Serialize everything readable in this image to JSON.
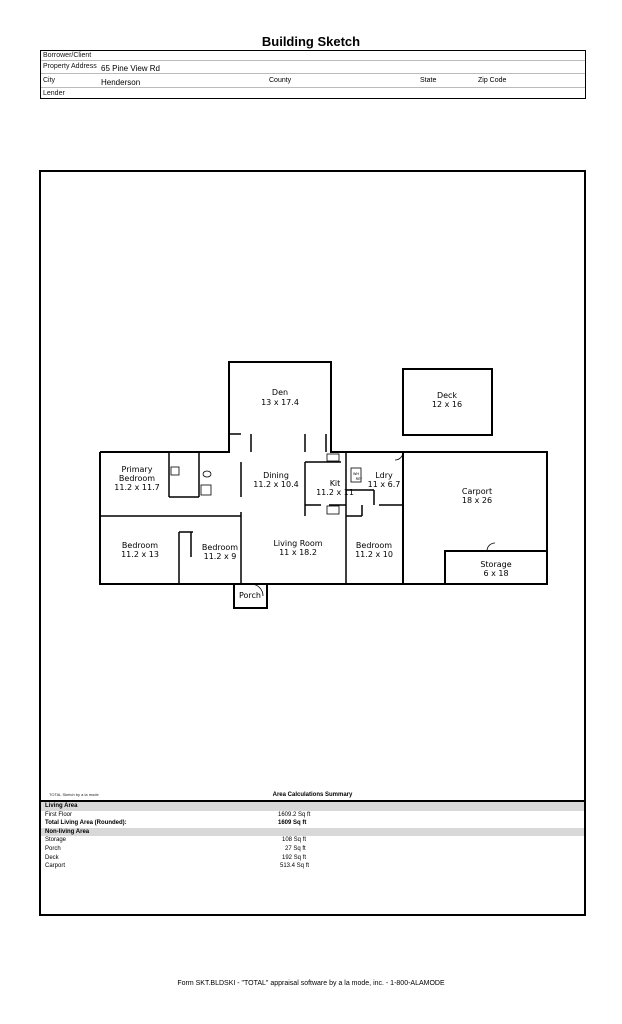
{
  "title": "Building Sketch",
  "header": {
    "borrower_label": "Borrower/Client",
    "address_label": "Property Address",
    "address_value": "65 Pine View Rd",
    "city_label": "City",
    "city_value": "Henderson",
    "county_label": "County",
    "state_label": "State",
    "zip_label": "Zip Code",
    "lender_label": "Lender"
  },
  "rooms": {
    "den": {
      "name": "Den",
      "dims": "13 x 17.4"
    },
    "deck": {
      "name": "Deck",
      "dims": "12 x 16"
    },
    "primary": {
      "name1": "Primary",
      "name2": "Bedroom",
      "dims": "11.2 x 11.7"
    },
    "dining": {
      "name": "Dining",
      "dims": "11.2 x 10.4"
    },
    "kit": {
      "name": "Kit",
      "dims": "11.2 x 11"
    },
    "ldry": {
      "name": "Ldry",
      "dims": "11 x 6.7"
    },
    "carport": {
      "name": "Carport",
      "dims": "18 x 26"
    },
    "bed1": {
      "name": "Bedroom",
      "dims": "11.2 x 13"
    },
    "bed2": {
      "name": "Bedroom",
      "dims": "11.2 x 9"
    },
    "living": {
      "name": "Living Room",
      "dims": "11 x 18.2"
    },
    "bed3": {
      "name": "Bedroom",
      "dims": "11.2 x 10"
    },
    "storage": {
      "name": "Storage",
      "dims": "6 x 18"
    },
    "porch": {
      "name": "Porch"
    },
    "wh": "WH",
    "ref": "REF"
  },
  "credit": "TOTAL Sketch by a la mode",
  "summary": {
    "title": "Area Calculations Summary",
    "living_area": "Living Area",
    "first_floor_label": "First Floor",
    "first_floor_value": "1609.2 Sq ft",
    "total_label": "Total Living Area (Rounded):",
    "total_value": "1609 Sq ft",
    "non_living": "Non-living Area",
    "storage_label": "Storage",
    "storage_value": "108 Sq ft",
    "porch_label": "Porch",
    "porch_value": "27 Sq ft",
    "deck_label": "Deck",
    "deck_value": "192 Sq ft",
    "carport_label": "Carport",
    "carport_value": "513.4 Sq ft"
  },
  "footer": "Form SKT.BLDSKI - \"TOTAL\" appraisal software by a la mode, inc. - 1-800-ALAMODE"
}
